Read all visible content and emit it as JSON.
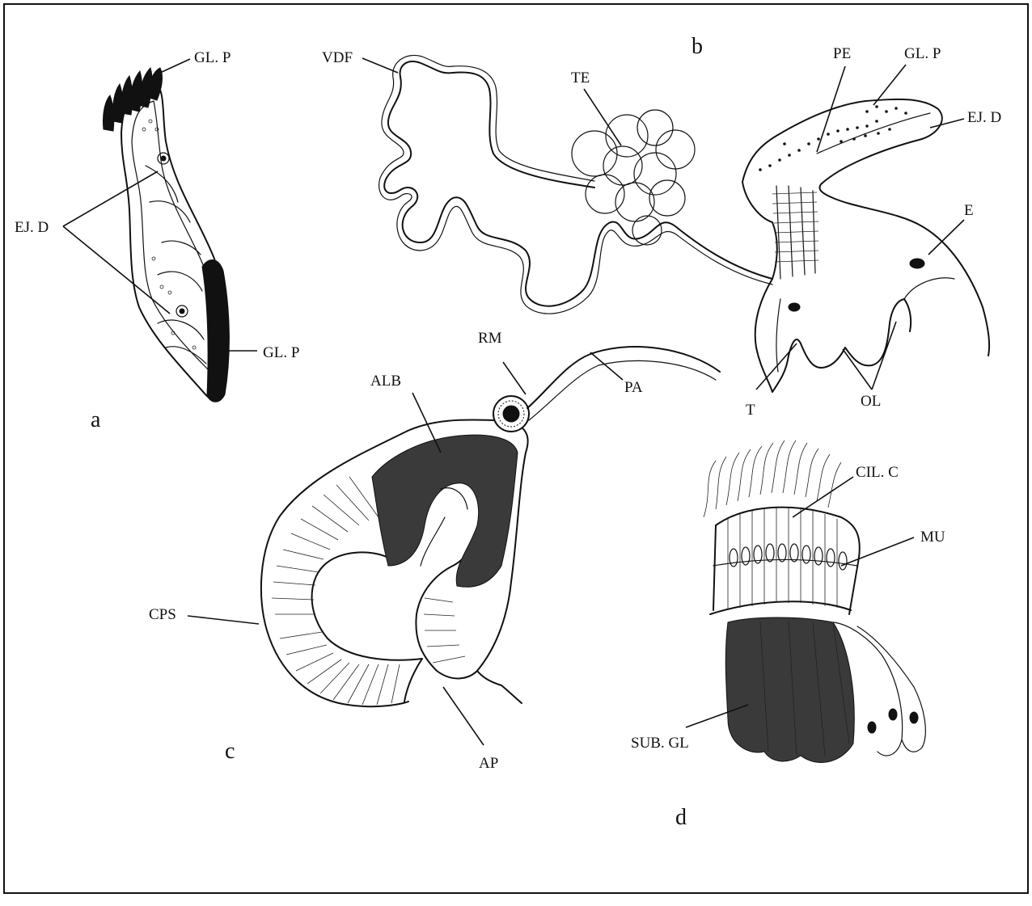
{
  "panels": [
    "a",
    "b",
    "c",
    "d"
  ],
  "labels": {
    "a": [
      "GL. P",
      "EJ. D",
      "GL. P"
    ],
    "b": [
      "VDF",
      "TE",
      "PE",
      "GL. P",
      "EJ. D",
      "E",
      "T",
      "OL"
    ],
    "c": [
      "RM",
      "ALB",
      "PA",
      "CPS",
      "AP"
    ],
    "d": [
      "CIL. C",
      "MU",
      "SUB. GL"
    ]
  }
}
